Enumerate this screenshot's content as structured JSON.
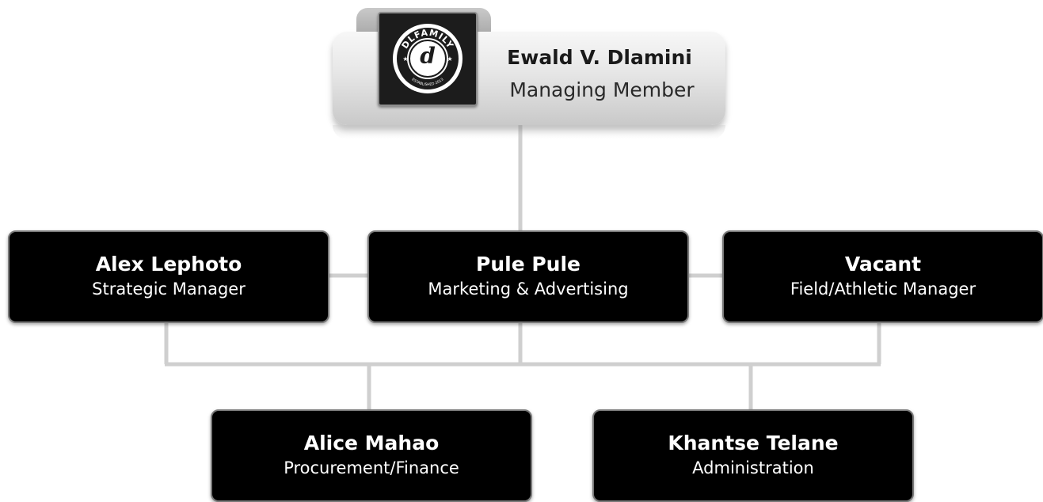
{
  "top": {
    "name": "Ewald V. Dlamini",
    "role": "Managing Member",
    "logo_text": "DLFAMILY",
    "logo_subtext": "ESTABLISHED 2013"
  },
  "managers": [
    {
      "name": "Alex Lephoto",
      "role": "Strategic Manager"
    },
    {
      "name": "Pule Pule",
      "role": "Marketing & Advertising"
    },
    {
      "name": "Vacant",
      "role": "Field/Athletic Manager"
    }
  ],
  "staff": [
    {
      "name": "Alice Mahao",
      "role": "Procurement/Finance"
    },
    {
      "name": "Khantse Telane",
      "role": "Administration"
    }
  ],
  "colors": {
    "card_bg": "#000000",
    "card_text": "#ffffff",
    "connector": "#cfcfcf"
  }
}
